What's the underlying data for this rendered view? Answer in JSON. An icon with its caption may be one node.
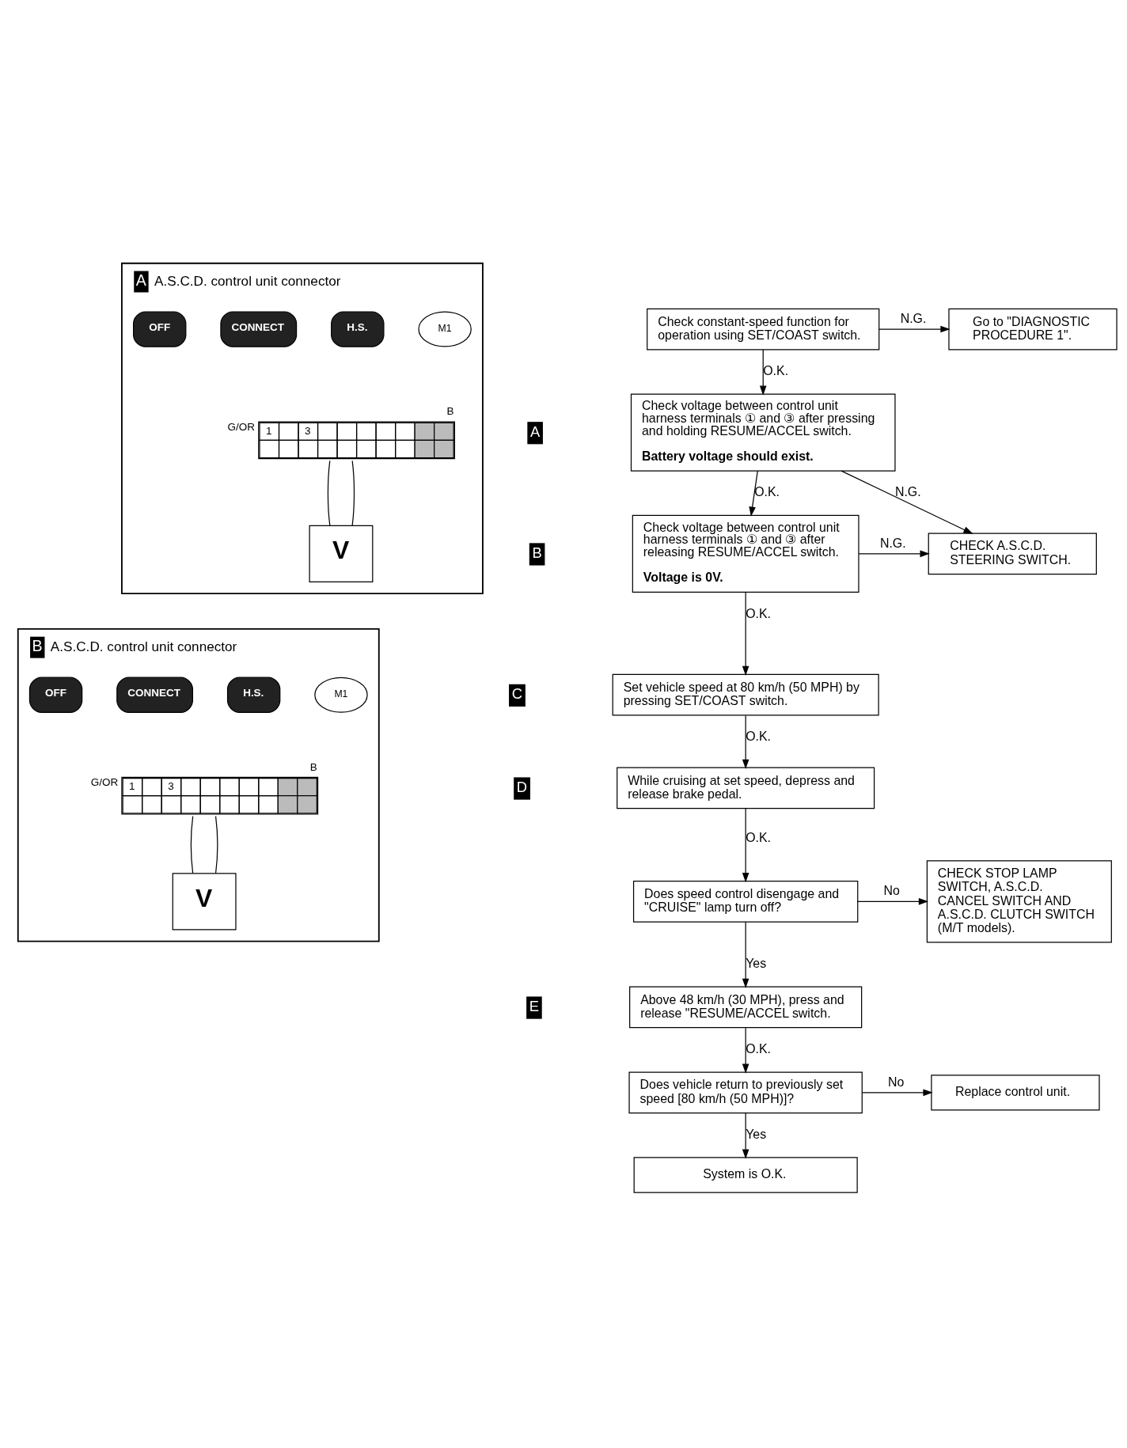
{
  "diagram": {
    "nodes": [
      {
        "text": [
          "A",
          "A.S.C.D. control unit connector"
        ]
      },
      {
        "text": [
          "M1"
        ],
        "in": 0
      },
      {
        "text": [
          "1",
          "3"
        ],
        "beside": [
          "G/OR",
          "B"
        ],
        "in": 0
      },
      {
        "text": [
          "V"
        ],
        "in": 0
      },
      {
        "text": [
          "H.S."
        ],
        "in": 0
      },
      {
        "text": [
          "CONNECT"
        ],
        "in": 0
      },
      {
        "text": [
          "OFF"
        ],
        "in": 0
      },
      {
        "text": [
          "B",
          "A.S.C.D. control unit connector"
        ]
      },
      {
        "text": [
          "M1"
        ],
        "in": 7
      },
      {
        "text": [
          "1",
          "3"
        ],
        "beside": [
          "G/OR",
          "B"
        ],
        "in": 7
      },
      {
        "text": [
          "V"
        ],
        "in": 7
      },
      {
        "text": [
          "H.S."
        ],
        "in": 7
      },
      {
        "text": [
          "CONNECT"
        ],
        "in": 7
      },
      {
        "text": [
          "OFF"
        ],
        "in": 7
      },
      {
        "text": [
          "Check constant-speed function for operation using SET/COAST switch."
        ]
      },
      {
        "text": [
          "Go to \"DIAGNOSTIC PROCEDURE 1\"."
        ]
      },
      {
        "text": [
          "Check voltage between control unit harness terminals ① and ③ after pressing and holding RESUME/ACCEL switch.",
          "**Battery voltage should exist.**"
        ]
      },
      {
        "text": [
          "Check voltage between control unit harness terminals ① and ③ after releasing RESUME/ACCEL switch.",
          "**Voltage is 0V.**"
        ]
      },
      {
        "text": [
          "CHECK A.S.C.D. STEERING SWITCH."
        ]
      },
      {
        "text": [
          "Set vehicle speed at 80 km/h (50 MPH) by pressing SET/COAST switch."
        ]
      },
      {
        "text": [
          "While cruising at set speed, depress and release brake pedal."
        ]
      },
      {
        "text": [
          "Does speed control disengage and \"CRUISE\" lamp turn off?"
        ]
      },
      {
        "text": [
          "CHECK STOP LAMP SWITCH, A.S.C.D. CANCEL SWITCH AND A.S.C.D. CLUTCH SWITCH (M/T models)."
        ]
      },
      {
        "text": [
          "Above 48 km/h (30 MPH), press and release \"RESUME/ACCEL switch."
        ]
      },
      {
        "text": [
          "Does vehicle return to previously set speed [80 km/h (50 MPH)]?"
        ]
      },
      {
        "text": [
          "Replace control unit."
        ]
      },
      {
        "text": [
          "System is O.K."
        ]
      }
    ],
    "edges": [
      {
        "from": 2,
        "to": 3,
        "arrow": "none"
      },
      {
        "from": 2,
        "to": 3,
        "arrow": "none"
      },
      {
        "from": 9,
        "to": 10,
        "arrow": "none"
      },
      {
        "from": 9,
        "to": 10,
        "arrow": "none"
      },
      {
        "from": 14,
        "to": 15,
        "label": "N.G.",
        "arrow": "to"
      },
      {
        "from": 14,
        "to": 16,
        "label": "O.K.",
        "arrow": "to"
      },
      {
        "from": 16,
        "to": 18,
        "label": "N.G.",
        "arrow": "to"
      },
      {
        "from": 16,
        "to": 17,
        "label": "O.K.",
        "arrow": "to"
      },
      {
        "from": 17,
        "to": 18,
        "label": "N.G.",
        "arrow": "to"
      },
      {
        "from": 17,
        "to": 19,
        "label": "O.K.",
        "arrow": "to"
      },
      {
        "from": 19,
        "to": 20,
        "label": "O.K.",
        "arrow": "to"
      },
      {
        "from": 20,
        "to": 21,
        "label": "O.K.",
        "arrow": "to"
      },
      {
        "from": 21,
        "to": 22,
        "label": "No",
        "arrow": "to"
      },
      {
        "from": 21,
        "to": 23,
        "label": "Yes",
        "arrow": "to"
      },
      {
        "from": 23,
        "to": 24,
        "label": "O.K.",
        "arrow": "to"
      },
      {
        "from": 24,
        "to": 25,
        "label": "No",
        "arrow": "to"
      },
      {
        "from": 24,
        "to": 26,
        "label": "Yes",
        "arrow": "to"
      }
    ],
    "labels": [
      "A",
      "B",
      "C",
      "D",
      "E"
    ]
  }
}
